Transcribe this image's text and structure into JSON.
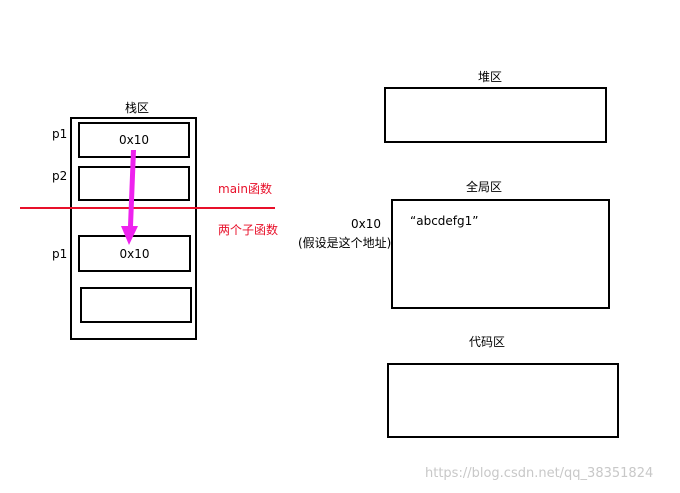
{
  "stack": {
    "title": "栈区",
    "cells": [
      {
        "label": "p1",
        "value": "0x10"
      },
      {
        "label": "p2",
        "value": ""
      },
      {
        "label": "p1",
        "value": "0x10"
      },
      {
        "label": "",
        "value": ""
      }
    ],
    "divider_top_label": "main函数",
    "divider_bottom_label": "两个子函数"
  },
  "heap": {
    "title": "堆区"
  },
  "global": {
    "title": "全局区",
    "content": "“abcdefg1”",
    "address": "0x10",
    "address_note": "(假设是这个地址)"
  },
  "code": {
    "title": "代码区"
  },
  "watermark": "https://blog.csdn.net/qq_38351824",
  "colors": {
    "divider": "#e8102a",
    "arrow": "#ee22ee"
  }
}
